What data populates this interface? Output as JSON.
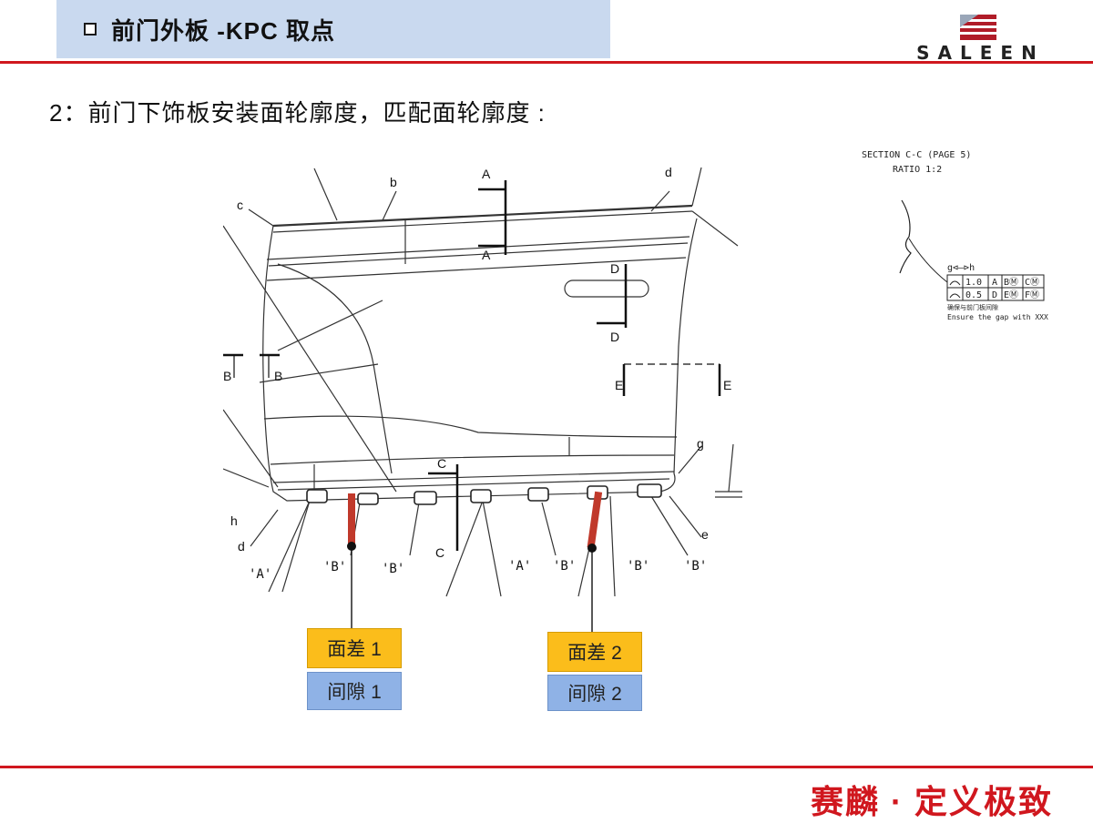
{
  "header": {
    "title": "前门外板 -KPC 取点",
    "logo_text": "SALEEN"
  },
  "subtitle": "2：前门下饰板安装面轮廓度，匹配面轮廓度 :",
  "drawing": {
    "labels": {
      "b": "b",
      "c": "c",
      "d": "d",
      "g": "g",
      "h": "h",
      "e": "e",
      "sec_a": "A",
      "sec_b": "B",
      "sec_c": "C",
      "sec_d": "D",
      "sec_e": "E",
      "q_a": "'A'",
      "q_b": "'B'"
    }
  },
  "section_note": {
    "line1": "SECTION C-C (PAGE 5)",
    "line2": "RATIO 1:2",
    "gd_header": "g⊲—⊳h",
    "row1": [
      "1.0",
      "A",
      "BⓂ",
      "CⓂ"
    ],
    "row2": [
      "0.5",
      "D",
      "EⓂ",
      "FⓂ"
    ],
    "note_cn": "确保与前门板间隙",
    "note_en": "Ensure the gap with XXX"
  },
  "callouts": [
    {
      "diff": "面差 1",
      "gap": "间隙 1"
    },
    {
      "diff": "面差 2",
      "gap": "间隙 2"
    }
  ],
  "footer": {
    "slogan": "赛麟 · 定义极致"
  },
  "colors": {
    "accent": "#d0171e",
    "title_bg": "#c9d9ef",
    "diff_bg": "#fbbd1b",
    "gap_bg": "#8fb2e6",
    "marker": "#c0392b"
  }
}
